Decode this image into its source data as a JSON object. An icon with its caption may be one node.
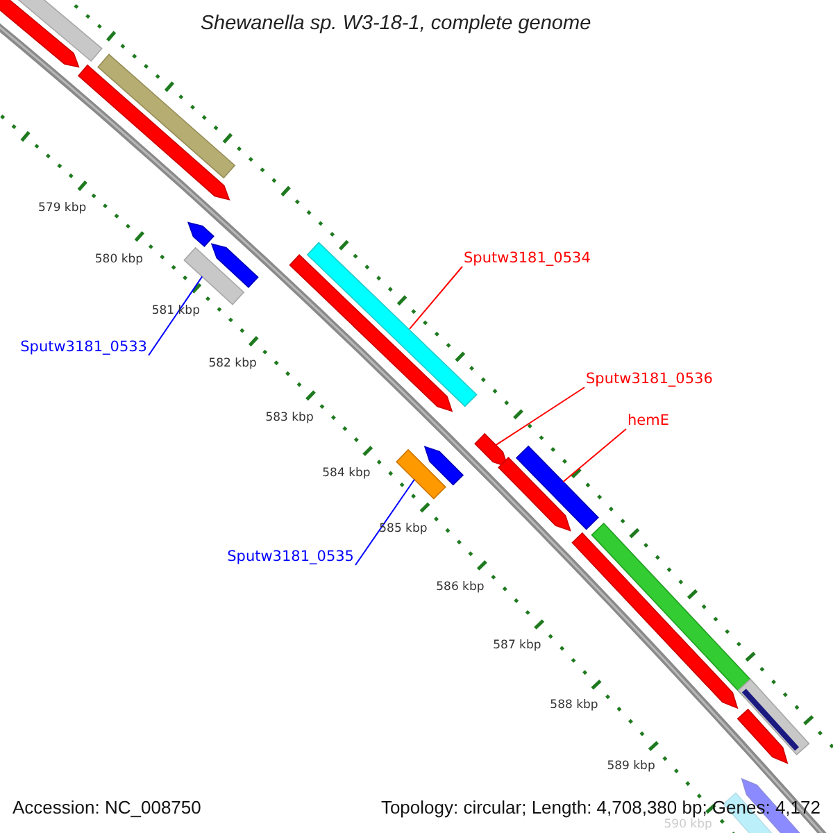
{
  "diagram": {
    "title": "Shewanella sp. W3-18-1, complete genome",
    "nodes": [
      {
        "text": [
          "Sputw3181_0534"
        ]
      },
      {
        "text": [],
        "shape": "bar"
      },
      {
        "text": [
          "Sputw3181_0536"
        ]
      },
      {
        "text": [],
        "shape": "arrow"
      },
      {
        "text": [
          "hemE"
        ]
      },
      {
        "text": [],
        "shape": "bar"
      },
      {
        "text": [
          "Sputw3181_0533"
        ]
      },
      {
        "text": [],
        "shape": "bar"
      },
      {
        "text": [
          "Sputw3181_0535"
        ]
      },
      {
        "text": [],
        "shape": "bar"
      },
      {
        "text": [],
        "shape": "bar"
      },
      {
        "text": [],
        "shape": "bar"
      },
      {
        "text": [],
        "shape": "bar"
      },
      {
        "text": [],
        "shape": "bar"
      },
      {
        "text": [],
        "shape": "bar"
      },
      {
        "text": [],
        "shape": "arrow"
      },
      {
        "text": [],
        "shape": "arrow"
      },
      {
        "text": [],
        "shape": "arrow"
      },
      {
        "text": [],
        "shape": "arrow"
      },
      {
        "text": [],
        "shape": "arrow"
      },
      {
        "text": [],
        "shape": "arrow"
      },
      {
        "text": [],
        "shape": "arrow"
      },
      {
        "text": [],
        "shape": "arrow"
      },
      {
        "text": [],
        "shape": "arrow"
      },
      {
        "text": [],
        "shape": "arrow"
      }
    ],
    "edges": [
      {
        "from": 0,
        "to": 1,
        "arrow": "none"
      },
      {
        "from": 2,
        "to": 3,
        "arrow": "none"
      },
      {
        "from": 4,
        "to": 5,
        "arrow": "none"
      },
      {
        "from": 6,
        "to": 7,
        "arrow": "none",
        "color": "#0000ff"
      },
      {
        "from": 8,
        "to": 9,
        "arrow": "none",
        "color": "#0000ff"
      }
    ],
    "labels": [
      "579 kbp",
      "580 kbp",
      "581 kbp",
      "582 kbp",
      "583 kbp",
      "584 kbp",
      "585 kbp",
      "586 kbp",
      "587 kbp",
      "588 kbp",
      "589 kbp",
      "590 kbp",
      "Accession: NC_008750",
      "Topology: circular; Length: 4,708,380 bp; Genes: 4,172"
    ]
  }
}
